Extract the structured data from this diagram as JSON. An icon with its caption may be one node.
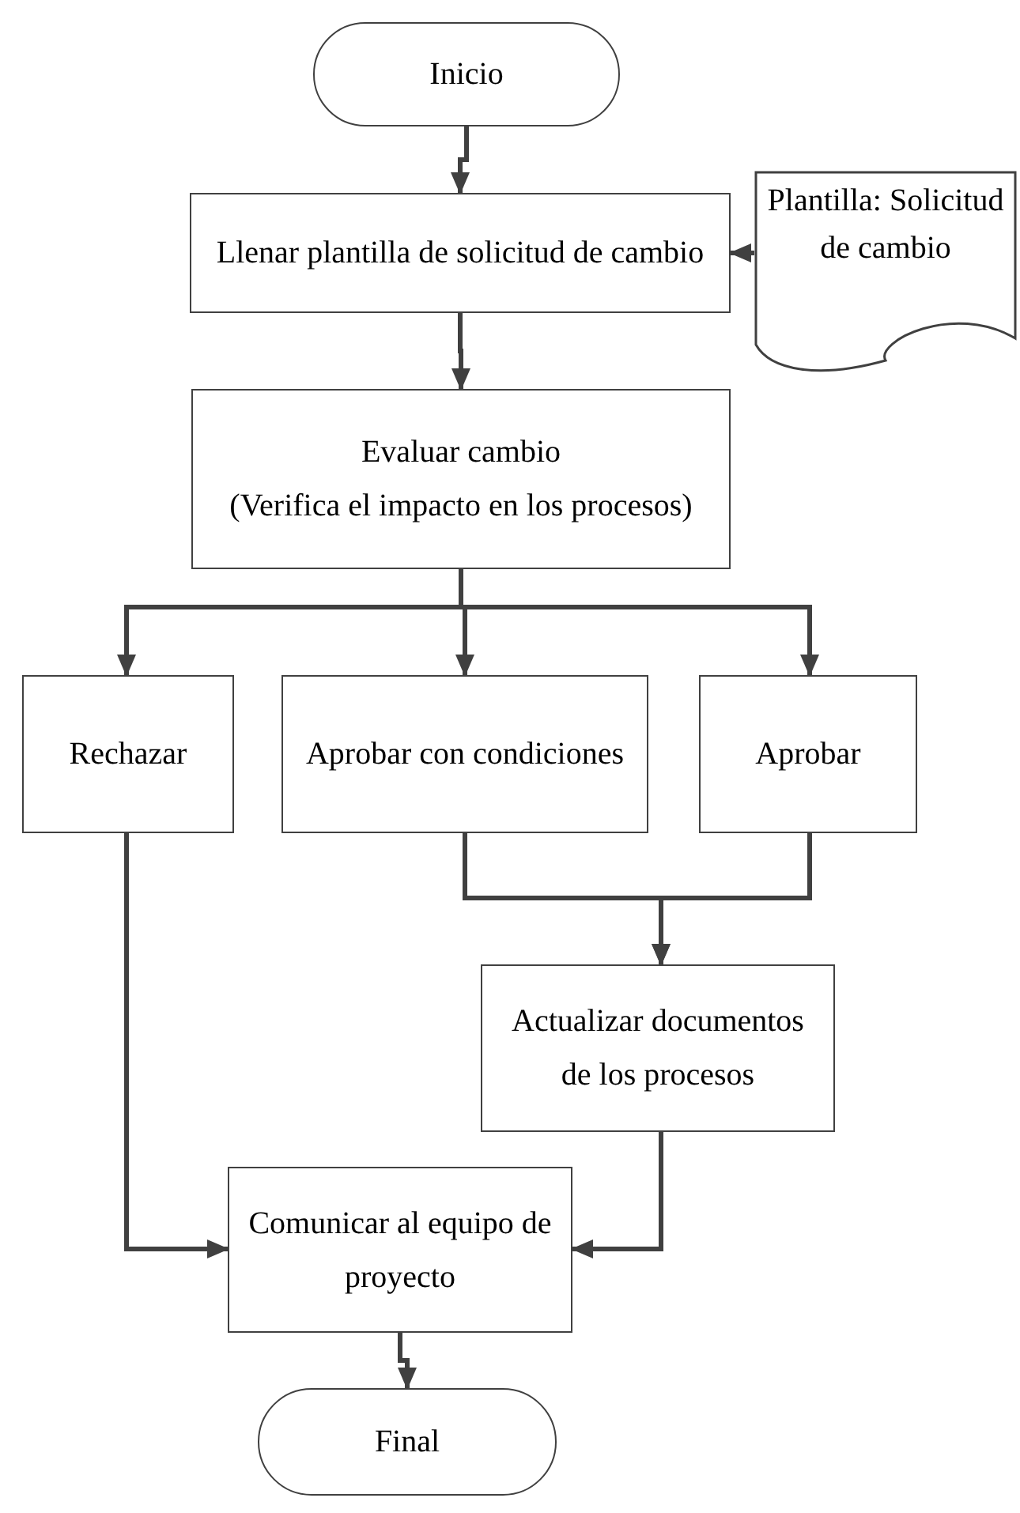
{
  "diagram": {
    "nodes": [
      {
        "text": [
          "Inicio"
        ]
      },
      {
        "text": [
          "Llenar plantilla de solicitud de cambio"
        ]
      },
      {
        "text": [
          "Plantilla: Solicitud de cambio"
        ]
      },
      {
        "text": [
          "Evaluar cambio",
          "(Verifica el impacto en los procesos)"
        ]
      },
      {
        "text": [
          "Rechazar"
        ]
      },
      {
        "text": [
          "Aprobar con condiciones"
        ]
      },
      {
        "text": [
          "Aprobar"
        ]
      },
      {
        "text": [
          "Actualizar documentos de los procesos"
        ]
      },
      {
        "text": [
          "Comunicar al equipo de proyecto"
        ]
      },
      {
        "text": [
          "Final"
        ]
      }
    ],
    "edges": [
      {
        "from": 0,
        "to": 1,
        "arrow": "to"
      },
      {
        "from": 2,
        "to": 1,
        "arrow": "to"
      },
      {
        "from": 1,
        "to": 3,
        "arrow": "to"
      },
      {
        "from": 3,
        "to": 4,
        "arrow": "to"
      },
      {
        "from": 3,
        "to": 5,
        "arrow": "to"
      },
      {
        "from": 3,
        "to": 6,
        "arrow": "to"
      },
      {
        "from": 5,
        "to": 7,
        "arrow": "to"
      },
      {
        "from": 6,
        "to": 7,
        "arrow": "to"
      },
      {
        "from": 4,
        "to": 8,
        "arrow": "to"
      },
      {
        "from": 7,
        "to": 8,
        "arrow": "to"
      },
      {
        "from": 8,
        "to": 9,
        "arrow": "to"
      }
    ]
  }
}
